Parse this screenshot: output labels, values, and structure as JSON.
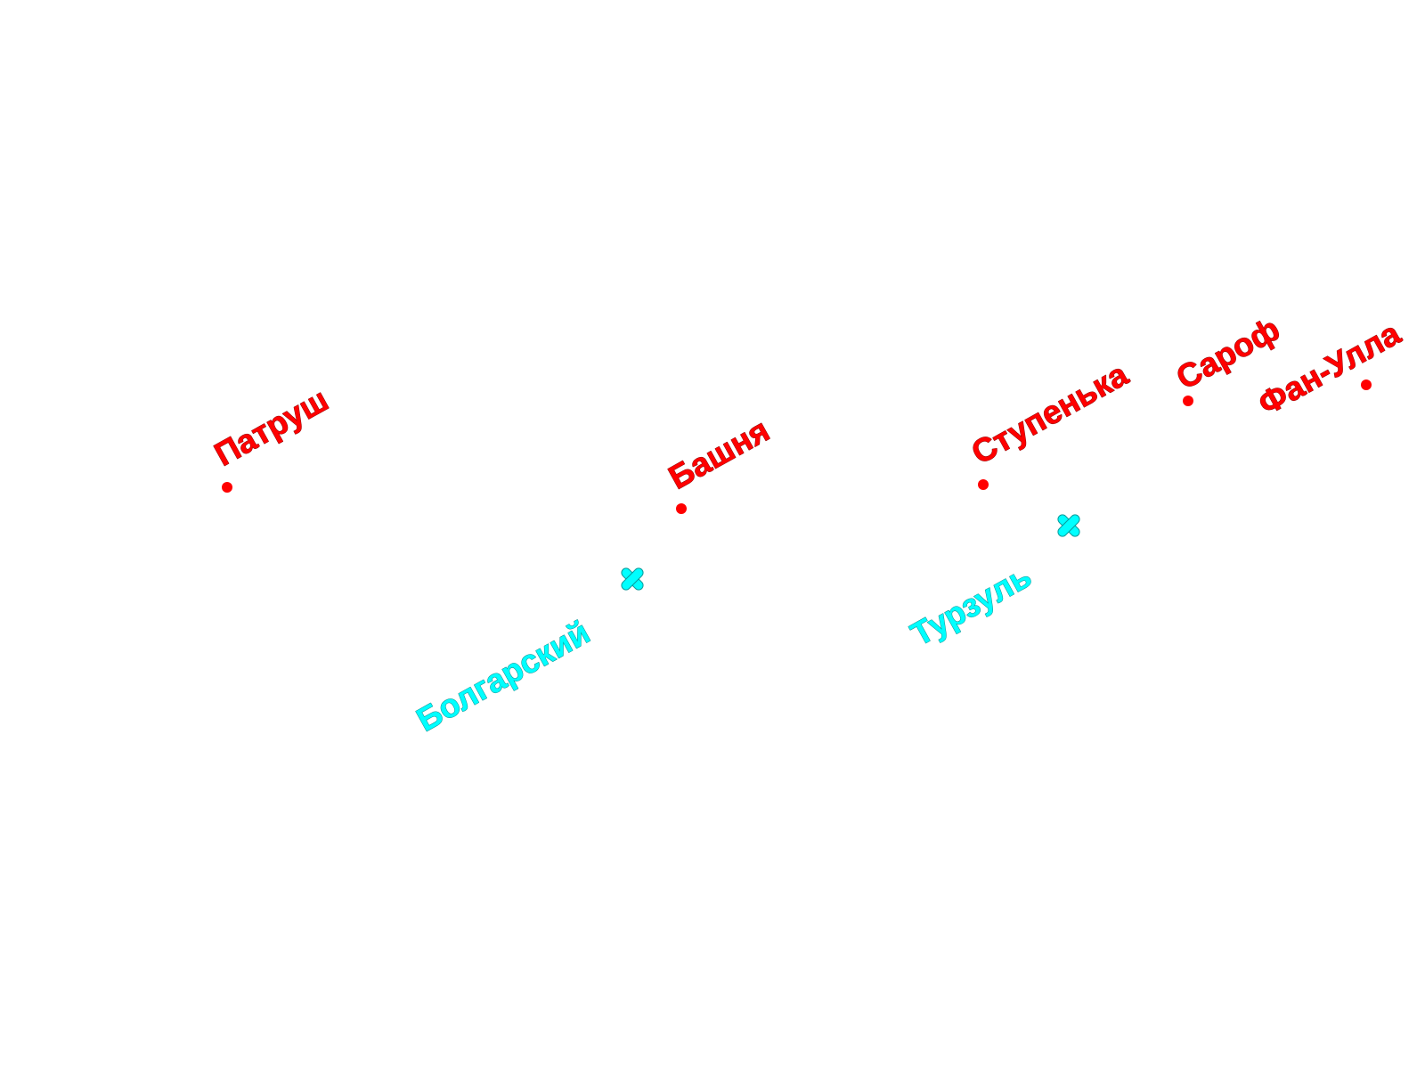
{
  "map": {
    "colors": {
      "background": "#ffffff",
      "peak": "#ff0000",
      "pass": "#00ffff",
      "pass_outline": "#0a9a9a"
    },
    "peaks": [
      {
        "name": "Патруш"
      },
      {
        "name": "Башня"
      },
      {
        "name": "Ступенька"
      },
      {
        "name": "Сароф"
      },
      {
        "name": "Фан-Улла"
      }
    ],
    "passes": [
      {
        "name": "Болгарский",
        "icon": "pass-cross-icon"
      },
      {
        "name": "Турзуль",
        "icon": "pass-cross-icon"
      }
    ]
  }
}
